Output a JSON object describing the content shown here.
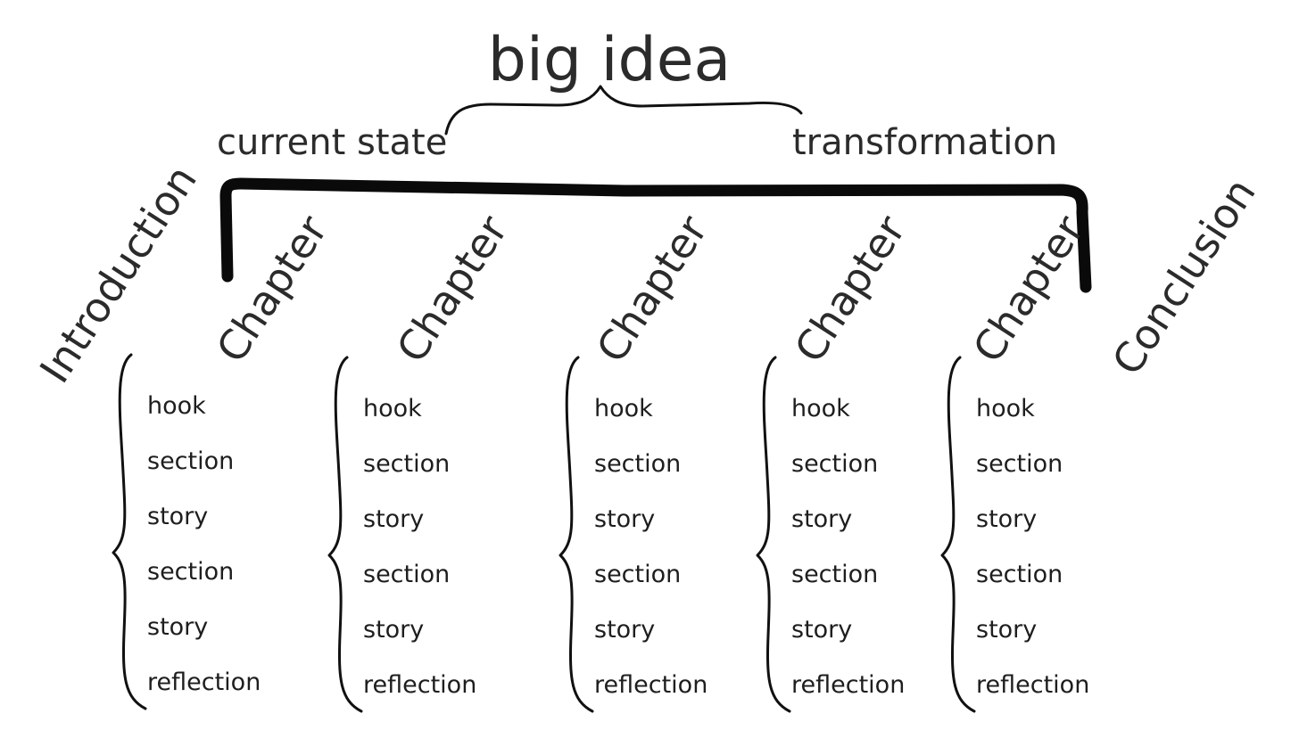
{
  "title": "big idea",
  "current_state": "current state",
  "transformation": "transformation",
  "introduction": "Introduction",
  "conclusion": "Conclusion",
  "chapters": [
    {
      "label": "Chapter",
      "items": [
        "hook",
        "section",
        "story",
        "section",
        "story",
        "reflection"
      ]
    },
    {
      "label": "Chapter",
      "items": [
        "hook",
        "section",
        "story",
        "section",
        "story",
        "reflection"
      ]
    },
    {
      "label": "Chapter",
      "items": [
        "hook",
        "section",
        "story",
        "section",
        "story",
        "reflection"
      ]
    },
    {
      "label": "Chapter",
      "items": [
        "hook",
        "section",
        "story",
        "section",
        "story",
        "reflection"
      ]
    },
    {
      "label": "Chapter",
      "items": [
        "hook",
        "section",
        "story",
        "section",
        "story",
        "reflection"
      ]
    }
  ]
}
